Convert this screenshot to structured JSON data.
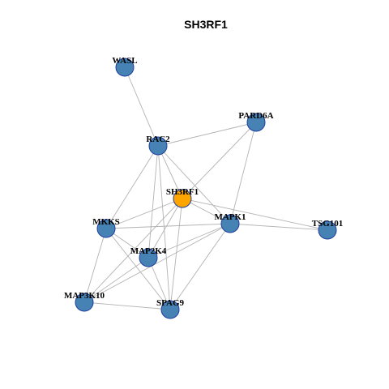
{
  "title": "SH3RF1",
  "colors": {
    "node_default": "#4682b4",
    "node_focus": "#ffa500",
    "node_border": "#1f3fa0",
    "edge": "#b3b3b3"
  },
  "nodes": [
    {
      "id": "WASL",
      "label": "WASL",
      "focus": false
    },
    {
      "id": "PARD6A",
      "label": "PARD6A",
      "focus": false
    },
    {
      "id": "RAC2",
      "label": "RAC2",
      "focus": false
    },
    {
      "id": "SH3RF1",
      "label": "SH3RF1",
      "focus": true
    },
    {
      "id": "MKKS",
      "label": "MKKS",
      "focus": false
    },
    {
      "id": "MAPK1",
      "label": "MAPK1",
      "focus": false
    },
    {
      "id": "TSG101",
      "label": "TSG101",
      "focus": false
    },
    {
      "id": "MAP2K4",
      "label": "MAP2K4",
      "focus": false
    },
    {
      "id": "MAP3K10",
      "label": "MAP3K10",
      "focus": false
    },
    {
      "id": "SPAG9",
      "label": "SPAG9",
      "focus": false
    }
  ],
  "edges": [
    [
      "WASL",
      "RAC2"
    ],
    [
      "RAC2",
      "PARD6A"
    ],
    [
      "RAC2",
      "SH3RF1"
    ],
    [
      "RAC2",
      "MAPK1"
    ],
    [
      "RAC2",
      "MKKS"
    ],
    [
      "RAC2",
      "MAP2K4"
    ],
    [
      "RAC2",
      "SPAG9"
    ],
    [
      "PARD6A",
      "SH3RF1"
    ],
    [
      "PARD6A",
      "MAPK1"
    ],
    [
      "SH3RF1",
      "MKKS"
    ],
    [
      "SH3RF1",
      "MAPK1"
    ],
    [
      "SH3RF1",
      "TSG101"
    ],
    [
      "SH3RF1",
      "MAP2K4"
    ],
    [
      "SH3RF1",
      "MAP3K10"
    ],
    [
      "SH3RF1",
      "SPAG9"
    ],
    [
      "MKKS",
      "MAPK1"
    ],
    [
      "MKKS",
      "MAP2K4"
    ],
    [
      "MKKS",
      "MAP3K10"
    ],
    [
      "MKKS",
      "SPAG9"
    ],
    [
      "MAPK1",
      "TSG101"
    ],
    [
      "MAPK1",
      "MAP2K4"
    ],
    [
      "MAPK1",
      "MAP3K10"
    ],
    [
      "MAPK1",
      "SPAG9"
    ],
    [
      "MAP2K4",
      "MAP3K10"
    ],
    [
      "MAP2K4",
      "SPAG9"
    ],
    [
      "MAP3K10",
      "SPAG9"
    ]
  ]
}
